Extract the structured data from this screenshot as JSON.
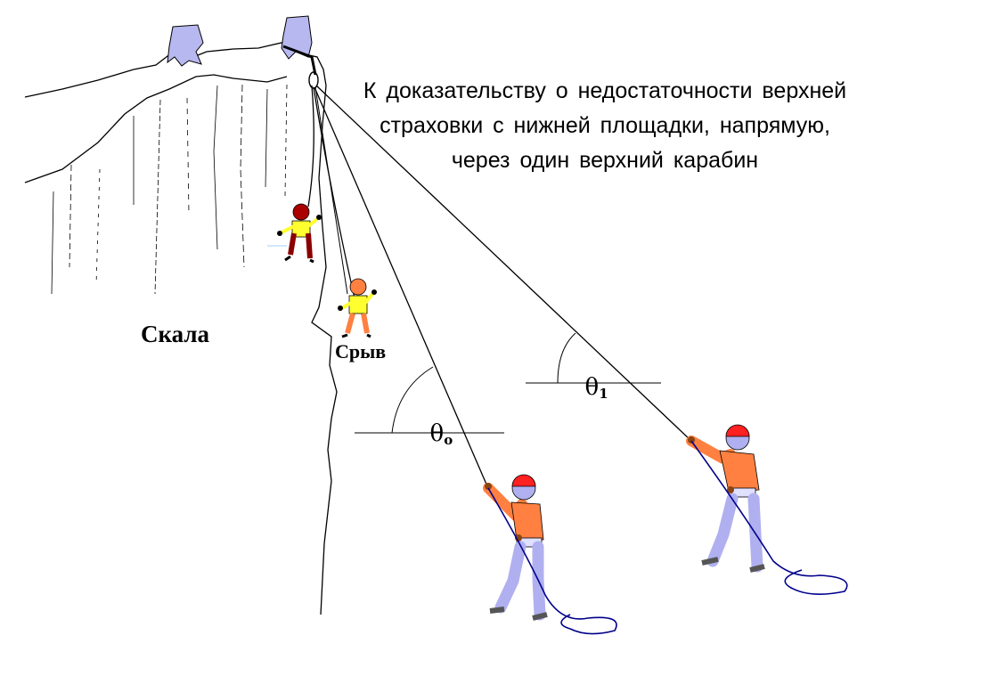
{
  "title": {
    "line1": "К доказательству о недостаточности верхней",
    "line2": "страховки с нижней площадки, напрямую,",
    "line3": "через один верхний карабин"
  },
  "labels": {
    "rock": "Скала",
    "fall": "Срыв"
  },
  "angles": {
    "theta0_symbol": "θ",
    "theta0_subscript": "о",
    "theta1_symbol": "θ",
    "theta1_subscript": "1"
  },
  "colors": {
    "ice": "#b8b8f0",
    "helmet": "#ff2020",
    "jacket": "#ff8040",
    "pants": "#b0b0f0",
    "rope": "#00008b",
    "climber_top_helmet": "#aa0000",
    "climber_yellow": "#ffff30"
  }
}
